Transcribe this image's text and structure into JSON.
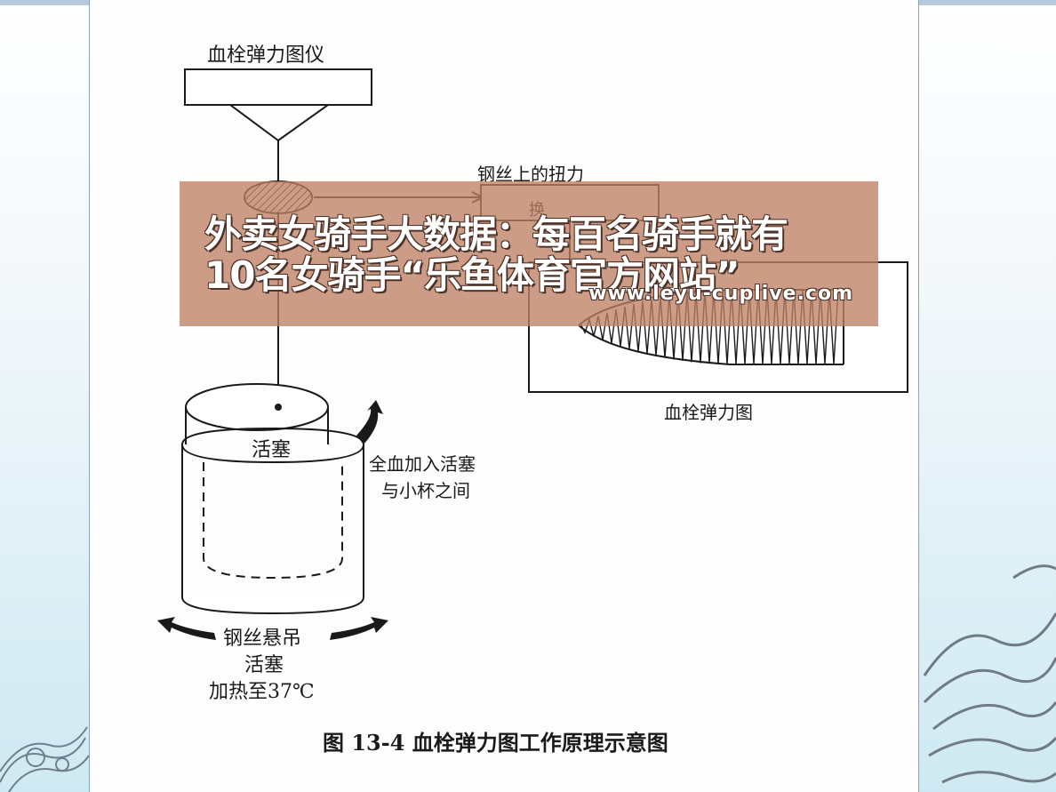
{
  "diagram": {
    "instrument_label": "血栓弹力图仪",
    "wire_torque_label": "钢丝上的扭力",
    "converter_label": "换",
    "plot_label": "血栓弹力图",
    "piston_label": "活塞",
    "blood_line1": "全血加入活塞",
    "blood_line2": "与小杯之间",
    "rotation_line1": "钢丝悬吊",
    "rotation_line2": "活塞",
    "rotation_line3": "加热至37℃",
    "caption": "图 13-4    血栓弹力图工作原理示意图"
  },
  "ad": {
    "line1": "外卖女骑手大数据：每百名骑手就有",
    "line2": "10名女骑手“乐鱼体育官方网站”",
    "url": "www.leyu-cuplive.com"
  },
  "colors": {
    "ink": "#1a1a1a",
    "banner": "#be8064",
    "panel_border": "#8aa1b8"
  }
}
